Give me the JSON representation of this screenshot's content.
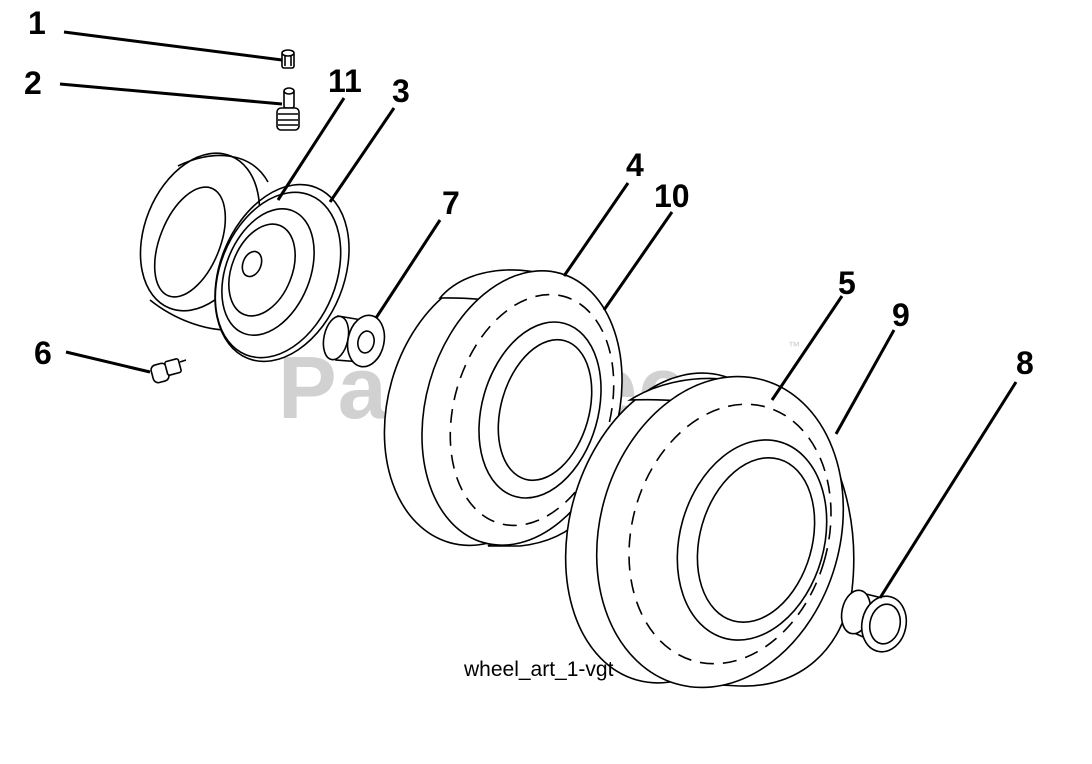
{
  "watermark": {
    "text": "PartsTree",
    "trademark": "™"
  },
  "caption": "wheel_art_1-vgt",
  "callouts": [
    {
      "id": "1",
      "label": "1"
    },
    {
      "id": "2",
      "label": "2"
    },
    {
      "id": "11",
      "label": "11"
    },
    {
      "id": "3",
      "label": "3"
    },
    {
      "id": "7",
      "label": "7"
    },
    {
      "id": "4",
      "label": "4"
    },
    {
      "id": "10",
      "label": "10"
    },
    {
      "id": "6",
      "label": "6"
    },
    {
      "id": "5",
      "label": "5"
    },
    {
      "id": "9",
      "label": "9"
    },
    {
      "id": "8",
      "label": "8"
    }
  ]
}
